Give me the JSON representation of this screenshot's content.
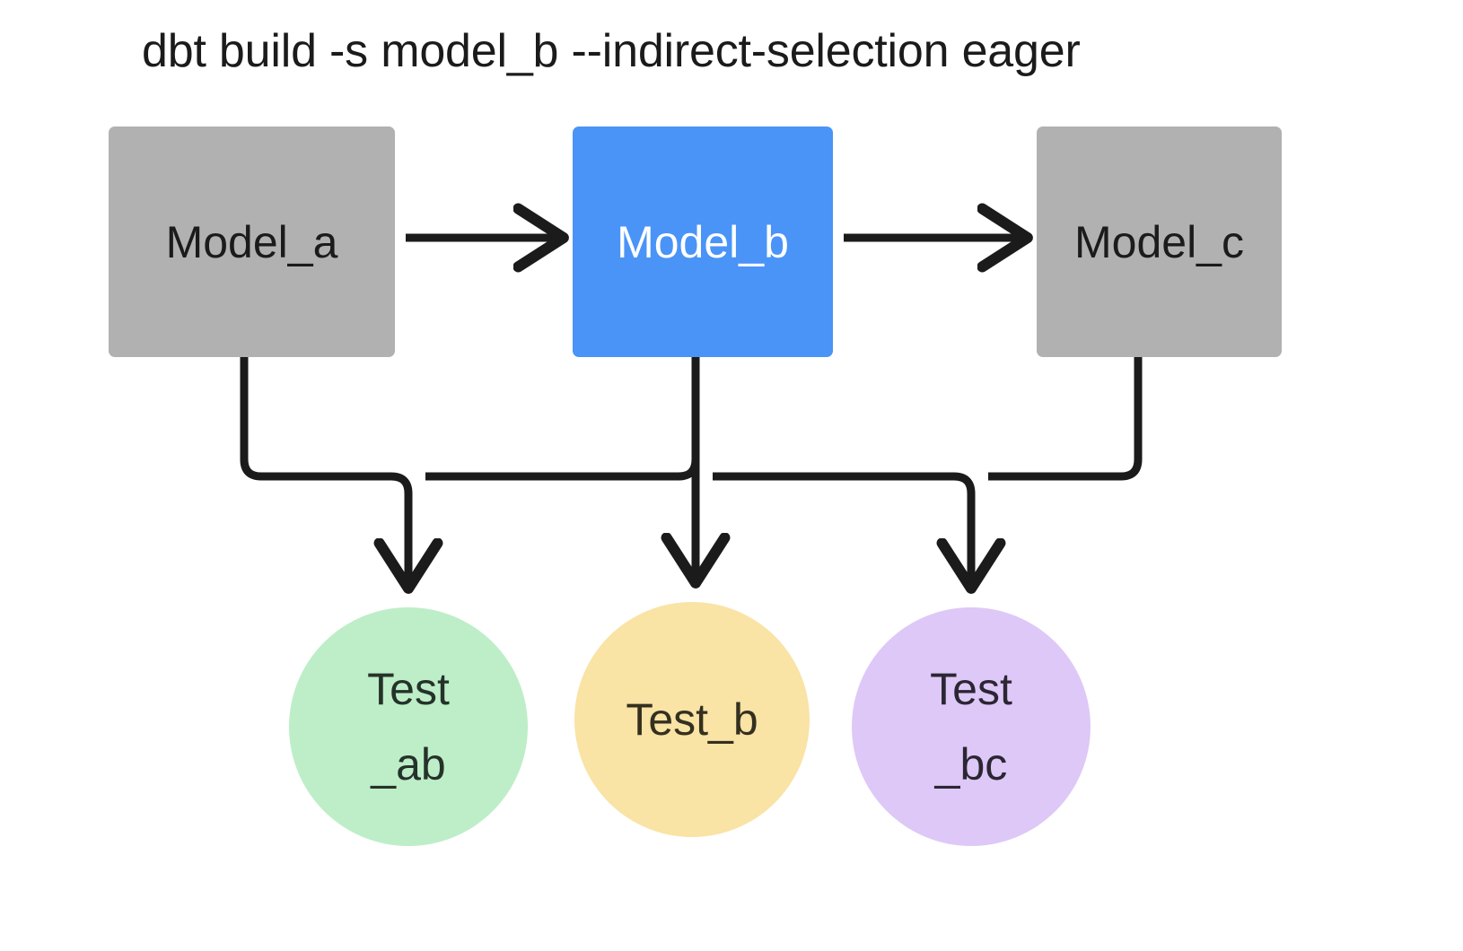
{
  "diagram": {
    "title": "dbt build -s model_b --indirect-selection eager",
    "background": "#ffffff",
    "edge_color": "#1b1b1b",
    "models": [
      {
        "id": "model-a",
        "label": "Model_a",
        "shape": "rectangle",
        "fill": "#b1b1b1",
        "text_color": "#1b1b1b",
        "selected": false
      },
      {
        "id": "model-b",
        "label": "Model_b",
        "shape": "rectangle",
        "fill": "#4a94f7",
        "text_color": "#ffffff",
        "selected": true
      },
      {
        "id": "model-c",
        "label": "Model_c",
        "shape": "rectangle",
        "fill": "#b1b1b1",
        "text_color": "#1b1b1b",
        "selected": false
      }
    ],
    "tests": [
      {
        "id": "test-ab",
        "label": "Test\n_ab",
        "shape": "circle",
        "fill": "#bdeec8",
        "text_color": "#25322a",
        "depends_on": [
          "model-a",
          "model-b"
        ]
      },
      {
        "id": "test-b",
        "label": "Test_b",
        "shape": "circle",
        "fill": "#f9e3a5",
        "text_color": "#34301f",
        "depends_on": [
          "model-b"
        ]
      },
      {
        "id": "test-bc",
        "label": "Test\n_bc",
        "shape": "circle",
        "fill": "#dec8f7",
        "text_color": "#2b2633",
        "depends_on": [
          "model-b",
          "model-c"
        ]
      }
    ],
    "edges": [
      {
        "id": "edge-a-b",
        "from": "model-a",
        "to": "model-b",
        "style": "arrow"
      },
      {
        "id": "edge-b-c",
        "from": "model-b",
        "to": "model-c",
        "style": "arrow"
      },
      {
        "id": "edge-a-testab",
        "from": "model-a",
        "to": "test-ab",
        "style": "elbow-arrow"
      },
      {
        "id": "edge-b-testab",
        "from": "model-b",
        "to": "test-ab",
        "style": "elbow-arrow"
      },
      {
        "id": "edge-b-testb",
        "from": "model-b",
        "to": "test-b",
        "style": "arrow"
      },
      {
        "id": "edge-b-testbc",
        "from": "model-b",
        "to": "test-bc",
        "style": "elbow-arrow"
      },
      {
        "id": "edge-c-testbc",
        "from": "model-c",
        "to": "test-bc",
        "style": "elbow-arrow"
      }
    ]
  }
}
